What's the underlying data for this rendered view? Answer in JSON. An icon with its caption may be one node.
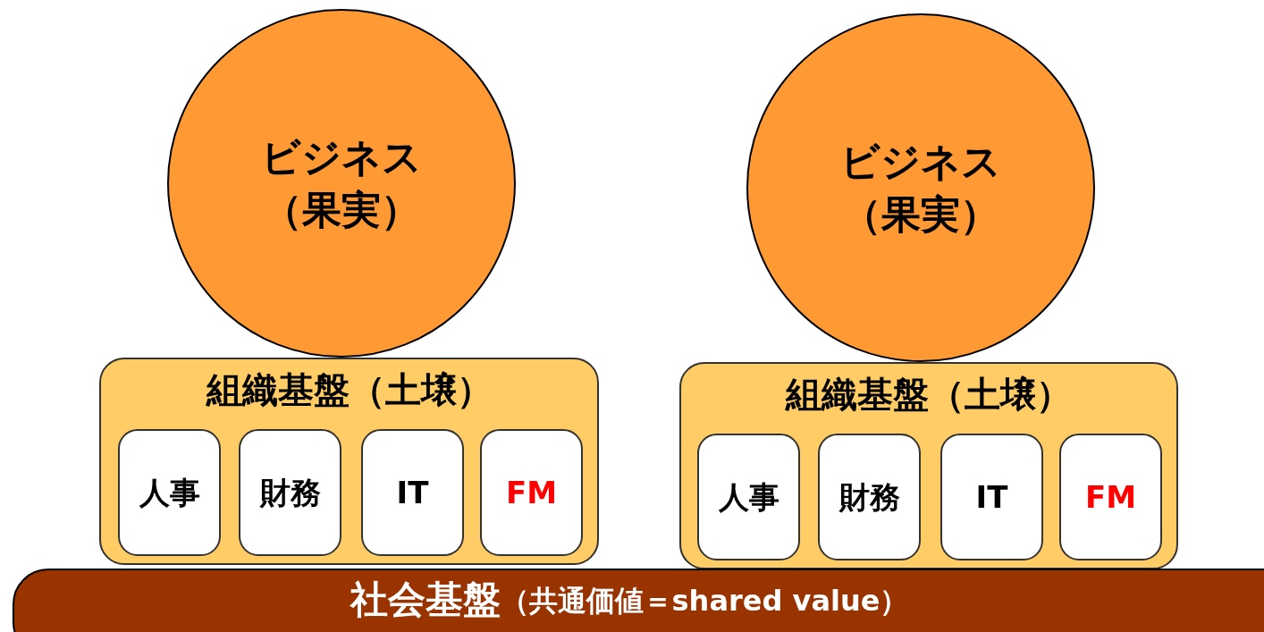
{
  "diagram": {
    "nodes": [
      {
        "text": [
          "ビジネス（果実）"
        ]
      },
      {
        "text": [
          "組織基盤（土壌）"
        ]
      },
      {
        "text": [
          "人事"
        ],
        "in": 1
      },
      {
        "text": [
          "財務"
        ],
        "in": 1
      },
      {
        "text": [
          "IT"
        ],
        "in": 1
      },
      {
        "text": [
          "FM"
        ],
        "in": 1
      },
      {
        "text": [
          "ビジネス（果実）"
        ]
      },
      {
        "text": [
          "組織基盤（土壌）"
        ]
      },
      {
        "text": [
          "人事"
        ],
        "in": 7
      },
      {
        "text": [
          "財務"
        ],
        "in": 7
      },
      {
        "text": [
          "IT"
        ],
        "in": 7
      },
      {
        "text": [
          "FM"
        ],
        "in": 7
      },
      {
        "text": [
          "社会基盤",
          "（共通価値＝shared value）"
        ]
      }
    ]
  }
}
